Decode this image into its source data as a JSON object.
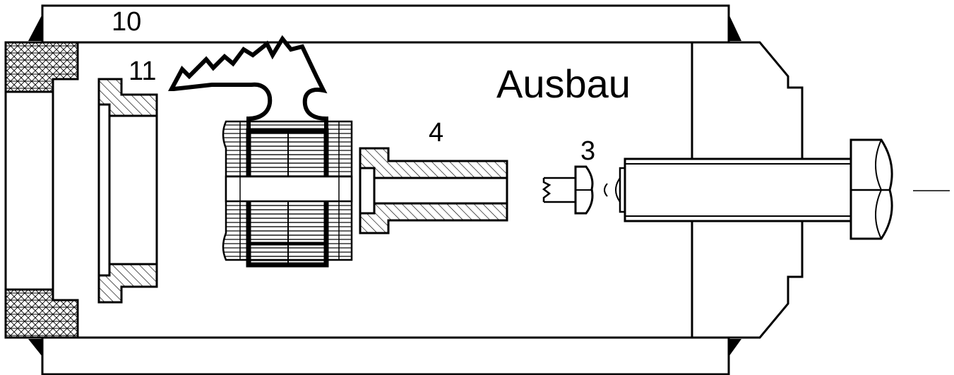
{
  "drawing": {
    "title": "Ausbau",
    "labels": {
      "part_10": "10",
      "part_11": "11",
      "part_4": "4",
      "part_3": "3"
    }
  }
}
